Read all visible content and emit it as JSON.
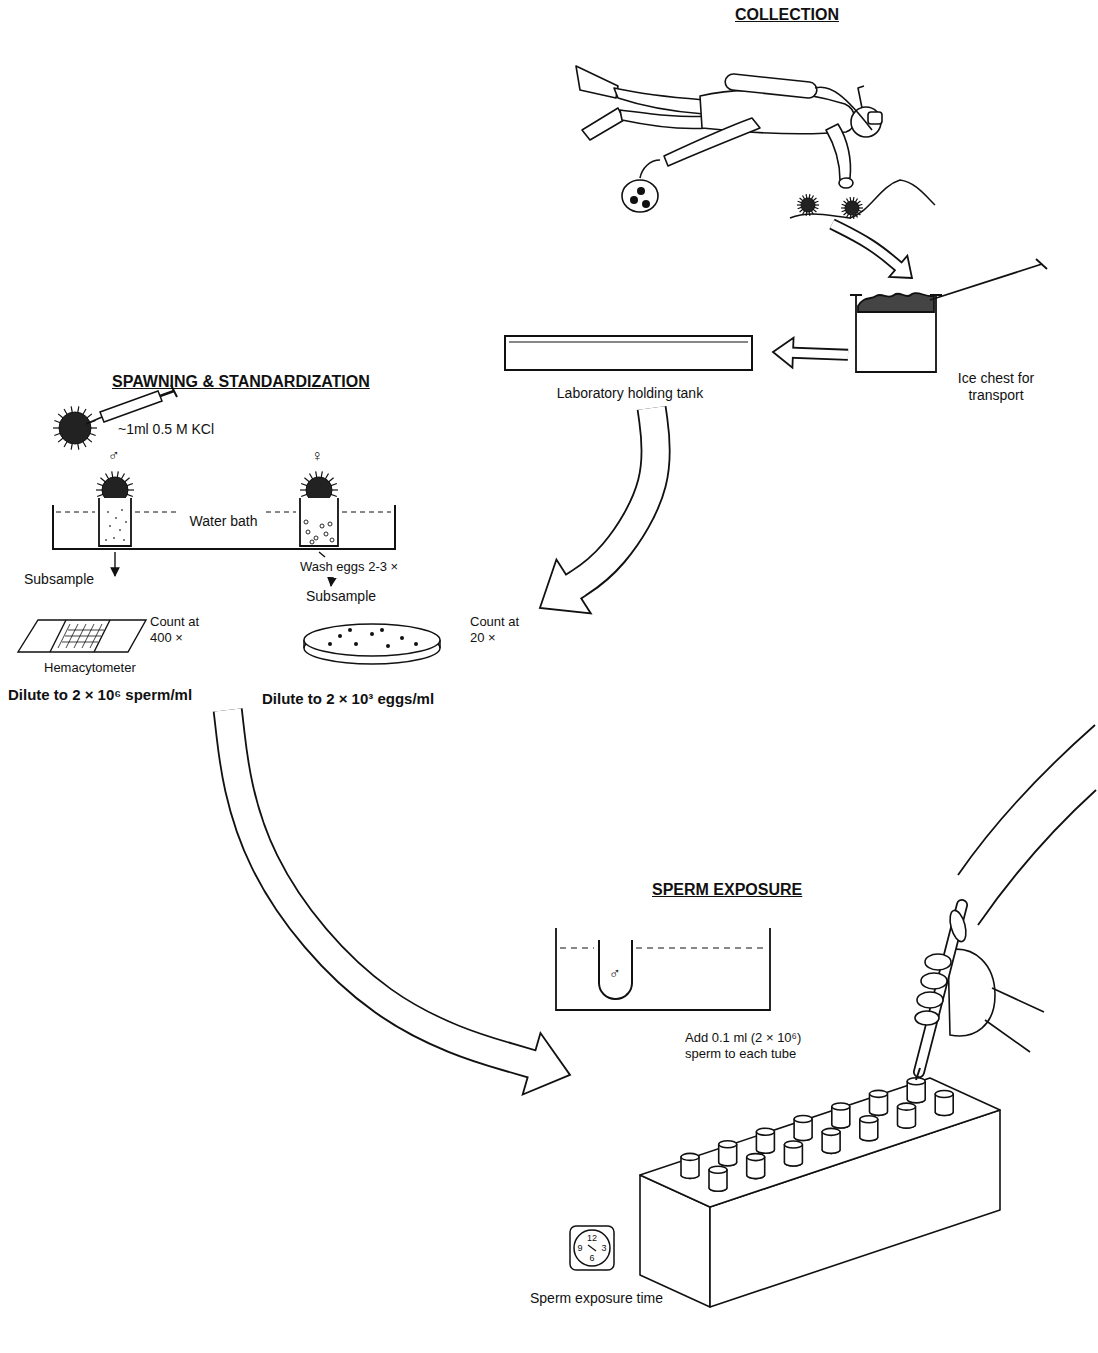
{
  "diagram": {
    "nodes": [
      {
        "text": [
          "Ice chest for transport"
        ]
      },
      {
        "text": [
          "Laboratory holding tank"
        ]
      },
      {
        "text": [
          "Water bath"
        ]
      },
      {
        "text": [
          "Count at 400 ×",
          "Hemacytometer",
          "Dilute to 2 × 10⁶ sperm/ml"
        ]
      },
      {
        "text": [
          "Count at 20 ×",
          "Dilute to 2 × 10³ eggs/ml"
        ]
      },
      {
        "text": [
          "♂"
        ]
      },
      {
        "text": [
          "Add 0.1 ml (2 × 10⁶) sperm to each tube"
        ]
      }
    ],
    "edges": [
      {
        "from": 0,
        "to": 1,
        "arrow": "to"
      },
      {
        "from": 1,
        "to": 4,
        "arrow": "to"
      },
      {
        "from": 3,
        "to": 6,
        "arrow": "to"
      }
    ],
    "labels": [
      "COLLECTION",
      "SPAWNING & STANDARDIZATION",
      "~1ml 0.5 M KCl",
      "♂",
      "♀",
      "Subsample",
      "Wash eggs 2-3 ×",
      "Subsample",
      "SPERM EXPOSURE",
      "12",
      "3",
      "6",
      "9",
      "Sperm exposure time"
    ]
  }
}
